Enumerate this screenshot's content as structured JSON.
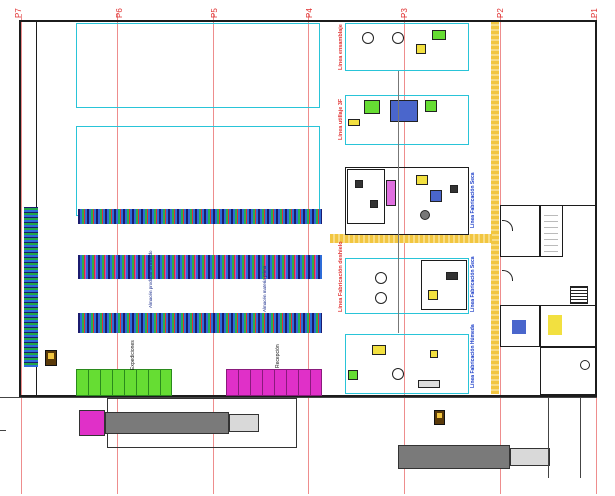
{
  "columns": [
    "P7",
    "P6",
    "P5",
    "P4",
    "P3",
    "P2",
    "P1"
  ],
  "lines": {
    "line1": "Línea ensamblaje",
    "line2": "Línea utillaje 3F",
    "line3": "Línea Fabricación Seca",
    "line4": "Línea Fabricación deshielo",
    "line5": "Línea Fabricación Seca",
    "line6": "Línea Fabricación Húmeda"
  },
  "storage": {
    "storage_a": "Almacén producto terminado",
    "storage_b": "Almacén materia prima",
    "expediciones": "Expediciones",
    "recepcion": "Recepción"
  },
  "colors": {
    "wall": "#1c1c1c",
    "guide": "#29c4d8",
    "grid": "#e03030",
    "corridor": "#f2c640",
    "green_zone": "#66dd33",
    "magenta_zone": "#e030c8",
    "truck_body": "#7a7a7a"
  },
  "icons": [
    "truck-icon",
    "forklift-icon",
    "machine-icon",
    "door-icon",
    "stairs-icon",
    "toilet-icon"
  ]
}
